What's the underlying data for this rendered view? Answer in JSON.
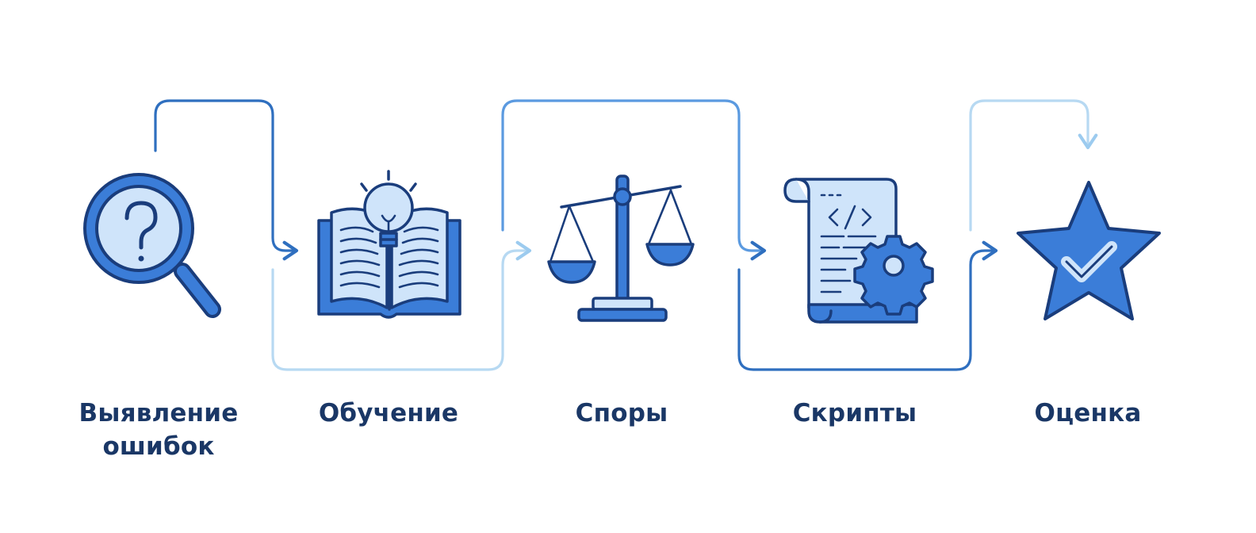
{
  "colors": {
    "stroke": "#1a3d7c",
    "primary": "#3b7dd8",
    "light": "#cfe4fa",
    "connector_dark": "#2f6fbf",
    "connector_mid": "#5b9ae0",
    "connector_light": "#b7d9f2",
    "label": "#1a3766"
  },
  "steps": [
    {
      "id": "errors",
      "icon": "magnifier-question-icon",
      "label_lines": [
        "Выявление",
        "ошибок"
      ]
    },
    {
      "id": "learning",
      "icon": "book-lightbulb-icon",
      "label_lines": [
        "Обучение"
      ]
    },
    {
      "id": "debates",
      "icon": "scales-icon",
      "label_lines": [
        "Споры"
      ]
    },
    {
      "id": "scripts",
      "icon": "code-scroll-gear-icon",
      "label_lines": [
        "Скрипты"
      ]
    },
    {
      "id": "rating",
      "icon": "star-check-icon",
      "label_lines": [
        "Оценка"
      ]
    }
  ]
}
